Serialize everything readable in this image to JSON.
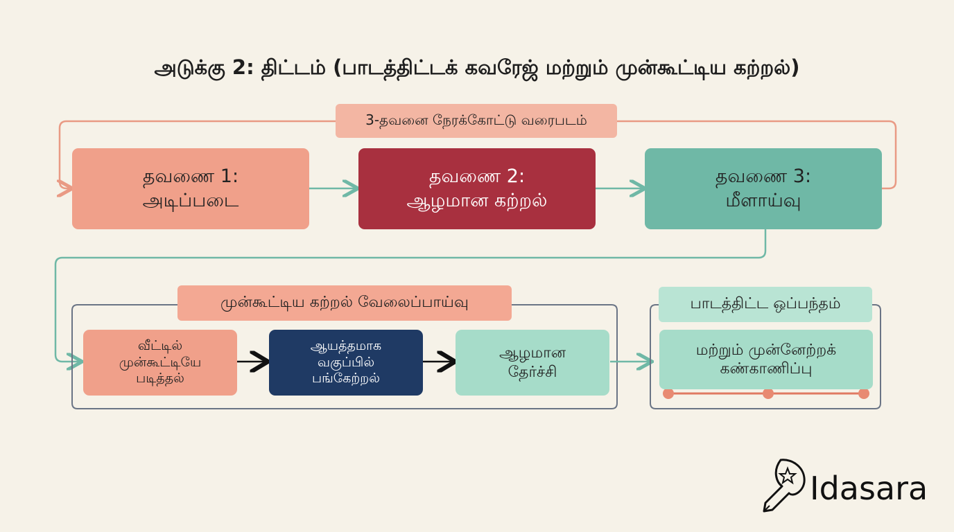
{
  "title": "அடுக்கு 2: திட்டம் (பாடத்திட்டக் கவரேஜ் மற்றும் முன்கூட்டிய கற்றல்)",
  "timeline_label": "3-தவனை நேரக்கோட்டு வரைபடம்",
  "terms": [
    {
      "label": "தவணை 1:\nஅடிப்படை",
      "color": "#f0a08a",
      "text_color": "#222222"
    },
    {
      "label": "தவணை 2:\nஆழமான கற்றல்",
      "color": "#a8303f",
      "text_color": "#ffffff"
    },
    {
      "label": "தவணை 3:\nமீளாய்வு",
      "color": "#6fb8a6",
      "text_color": "#222222"
    }
  ],
  "preview_section": {
    "label": "முன்கூட்டிய கற்றல் வேலைப்பாய்வு",
    "steps": [
      {
        "label": "வீட்டில்\nமுன்கூட்டியே\nபடித்தல்",
        "color": "#f0a08a",
        "text_color": "#222222"
      },
      {
        "label": "ஆயத்தமாக\nவகுப்பில்\nபங்கேற்றல்",
        "color": "#1f3a64",
        "text_color": "#ffffff"
      },
      {
        "label": "ஆழமான\nதேர்ச்சி",
        "color": "#a6dcc9",
        "text_color": "#222222"
      }
    ]
  },
  "contract_section": {
    "label": "பாடத்திட்ட ஒப்பந்தம்",
    "body": "மற்றும் முன்னேற்றக்\nகண்காணிப்பு",
    "color": "#a6dcc9"
  },
  "colors": {
    "background": "#f6f2e8",
    "coral_line": "#e99a84",
    "teal_line": "#6fb8a6",
    "section_border": "#6a7485",
    "timeline_pill": "#f3b6a3",
    "preview_pill": "#f3a893",
    "contract_pill": "#b9e4d4",
    "tracker_line": "#e07a62"
  },
  "logo": {
    "text": "Idasara",
    "icon": "pen-nib-star-icon"
  }
}
